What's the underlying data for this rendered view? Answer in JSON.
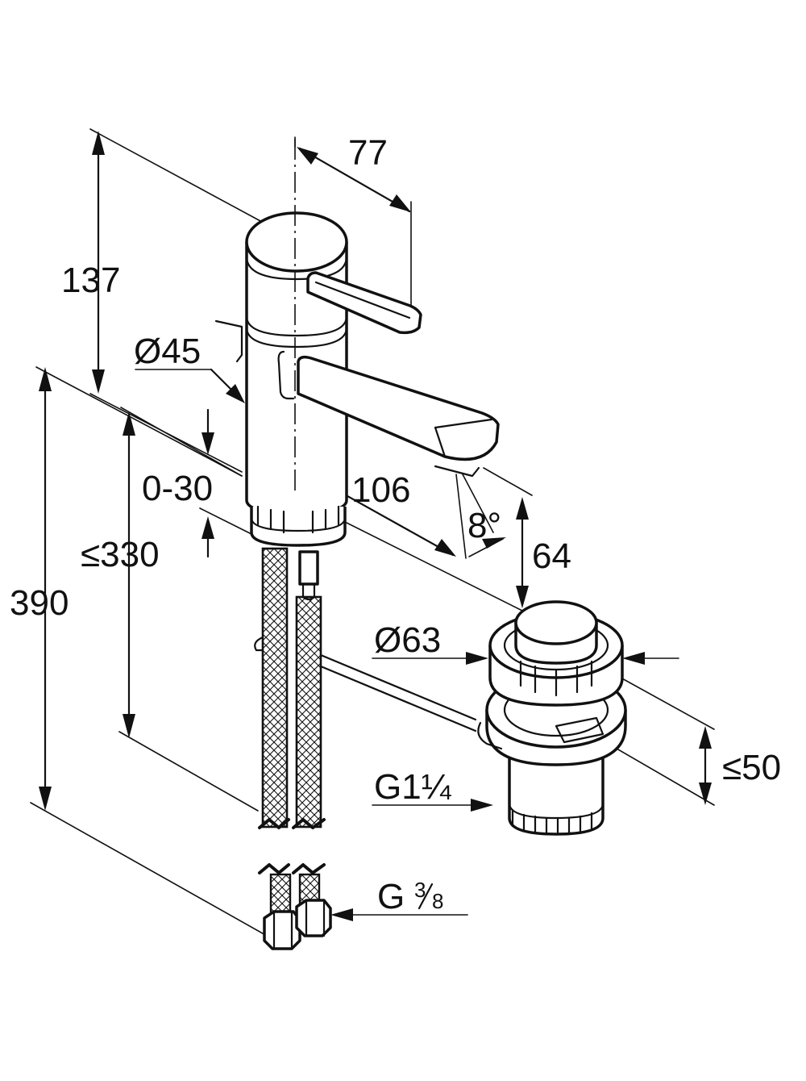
{
  "dimensions": {
    "d77": "77",
    "d137": "137",
    "d45": "Ø45",
    "d0_30": "0-30",
    "d106": "106",
    "d8deg": "8°",
    "d64": "64",
    "d330": "≤330",
    "d390": "390",
    "d63": "Ø63",
    "d50": "≤50",
    "g114_base": "G1",
    "g114_frac": "¼",
    "g38_base": "G",
    "g38_num": "3",
    "g38_den": "8"
  }
}
